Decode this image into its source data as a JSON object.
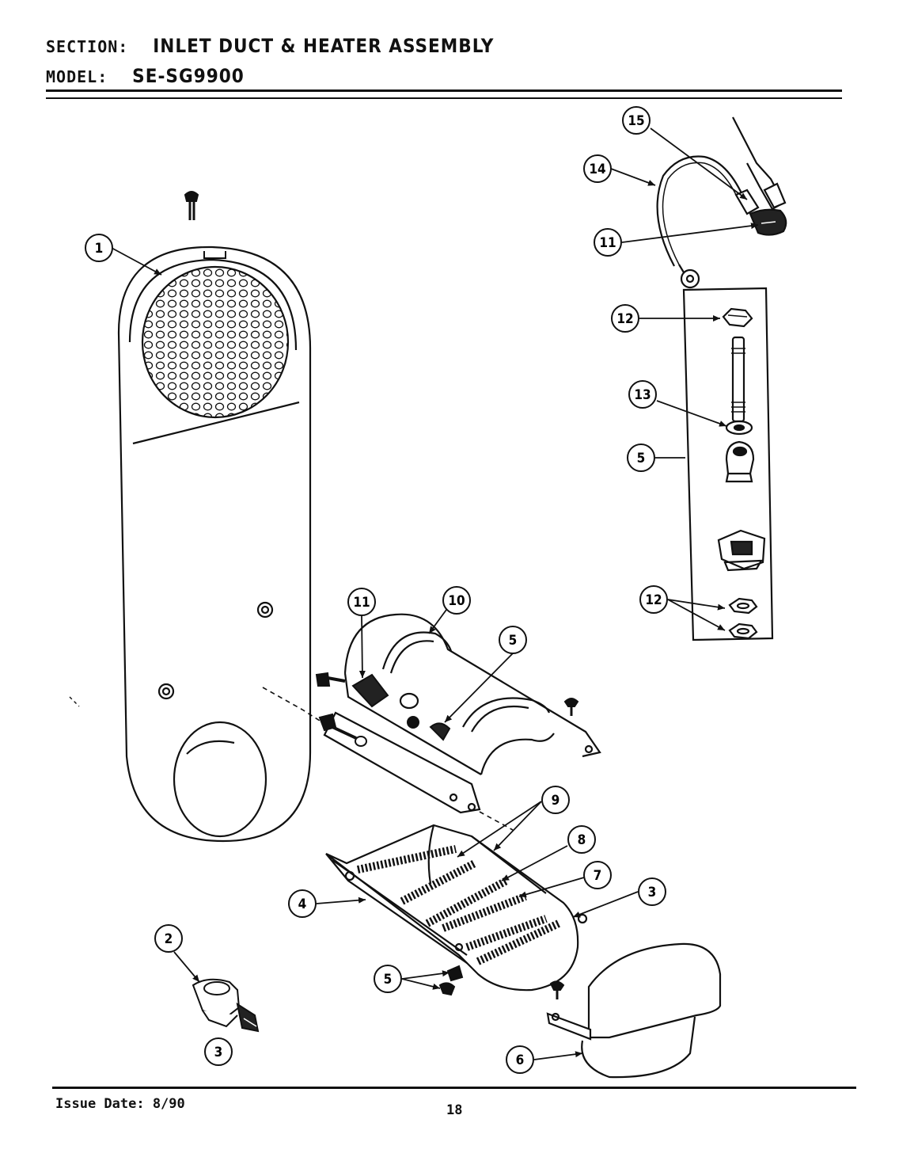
{
  "header": {
    "section_label": "SECTION:",
    "section_value": "INLET DUCT & HEATER ASSEMBLY",
    "model_label": "MODEL:",
    "model_value": "SE-SG9900"
  },
  "footer": {
    "issue_date": "Issue Date: 8/90",
    "page_number": "18"
  },
  "callouts": {
    "c15": "15",
    "c14": "14",
    "c11a": "11",
    "c12a": "12",
    "c13": "13",
    "c5a": "5",
    "c12b": "12",
    "c1": "1",
    "c11b": "11",
    "c10": "10",
    "c5b": "5",
    "c9": "9",
    "c8": "8",
    "c7": "7",
    "c3a": "3",
    "c4": "4",
    "c2": "2",
    "c5c": "5",
    "c3b": "3",
    "c6": "6"
  }
}
